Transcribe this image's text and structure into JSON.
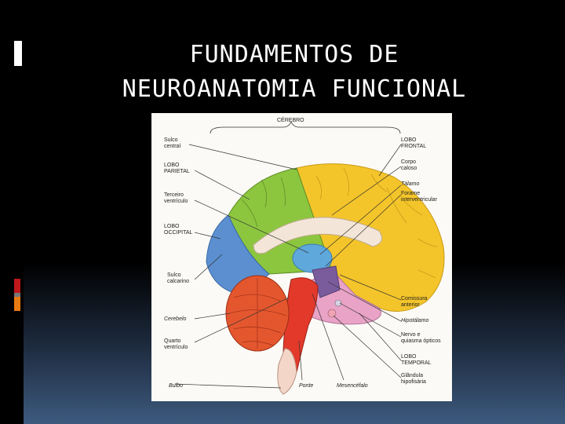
{
  "slide": {
    "title_line1": "FUNDAMENTOS DE",
    "title_line2": "NEUROANATOMIA FUNCIONAL"
  },
  "figure": {
    "top_label": "CÉREBRO",
    "labels_left": [
      [
        "Sulco",
        "central"
      ],
      [
        "LOBO",
        "PARIETAL"
      ],
      [
        "Terceiro",
        "ventrículo"
      ],
      [
        "LOBO",
        "OCCIPITAL"
      ],
      [
        "Sulco",
        "calcarino"
      ],
      [
        "Cerebelo"
      ],
      [
        "Quarto",
        "ventrículo"
      ],
      [
        "Bulbo"
      ]
    ],
    "labels_right": [
      [
        "LOBO",
        "FRONTAL"
      ],
      [
        "Corpo",
        "caloso"
      ],
      [
        "Tálamo"
      ],
      [
        "Forame",
        "interventricular"
      ],
      [
        "Comissura",
        "anterior"
      ],
      [
        "Hipotálamo"
      ],
      [
        "Nervo e",
        "quiasma ópticos"
      ],
      [
        "LOBO",
        "TEMPORAL"
      ],
      [
        "Glândula",
        "hipofisária"
      ]
    ],
    "labels_bottom": [
      "Ponte",
      "Mesencéfalo"
    ]
  },
  "colors": {
    "frontal": "#f4c52a",
    "parietal": "#8cc63f",
    "occipital": "#5b8fd0",
    "temporal": "#e9a3c6",
    "cerebellum": "#e4572e",
    "brainstem": "#e2392b",
    "thalamus": "#5fa8dc",
    "corpus_callosum": "#f3e6d8",
    "hypothalamus": "#7a5c9c"
  }
}
